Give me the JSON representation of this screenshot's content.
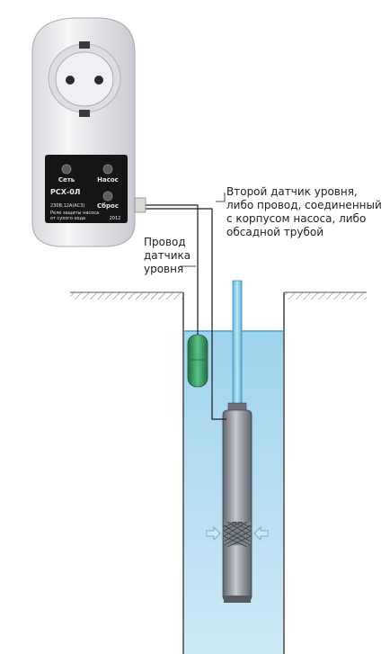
{
  "device": {
    "label_network": "Сеть",
    "label_pump": "Насос",
    "model": "РСХ-0Л",
    "label_reset": "Сброс",
    "rating": "230В,12А(АС3)",
    "description": "Реле защиты насоса от сухого хода",
    "year": "2012"
  },
  "callouts": {
    "second_sensor": "Второй датчик уровня, либо провод, соединенный с корпусом насоса, либо обсадной трубой",
    "level_sensor_wire": "Провод датчика уровня"
  },
  "colors": {
    "water": "#bfe3f5",
    "water_top": "#9fd3ee",
    "sensor": "#2e8b57",
    "pipe": "#7ec8e3",
    "pump": "#8d949b"
  }
}
